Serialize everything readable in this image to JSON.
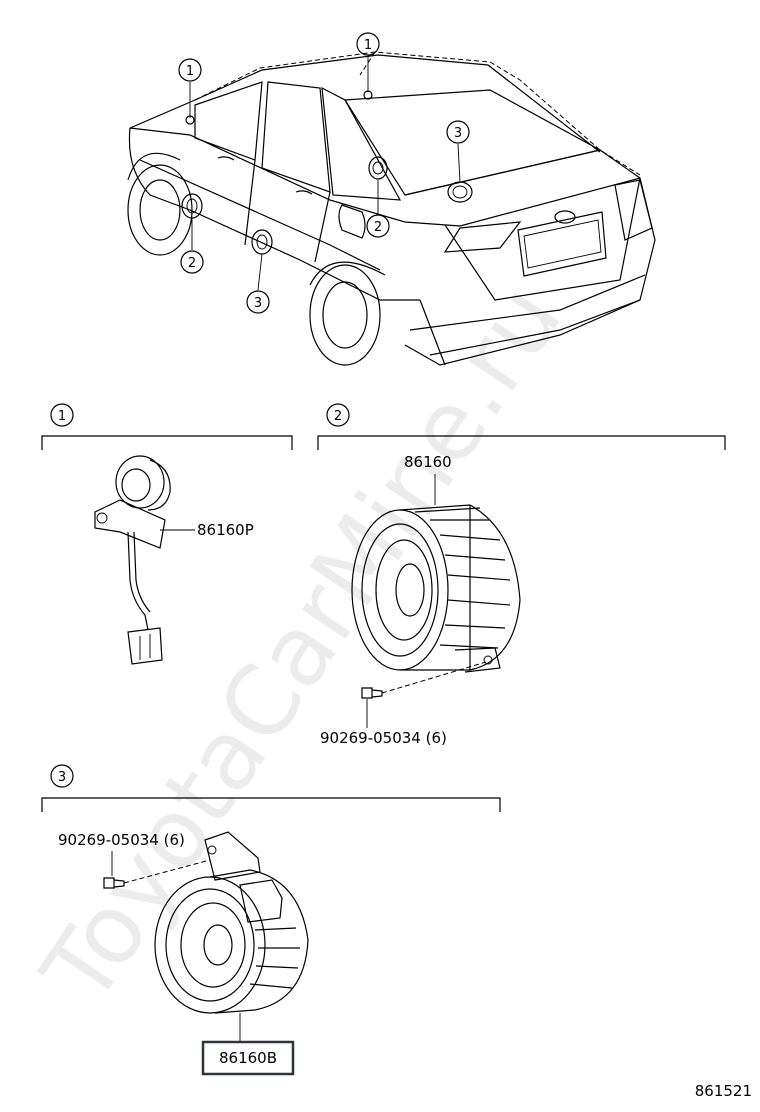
{
  "watermark": "ToyotaCarMine.ru",
  "diagram_number": "861521",
  "overview_callouts": {
    "c1_front": "1",
    "c1_roof": "1",
    "c2_front_door": "2",
    "c2_rear_door": "2",
    "c3_front_door": "3",
    "c3_rear_shelf": "3"
  },
  "sections": [
    {
      "number": "1",
      "parts": [
        "86160P"
      ]
    },
    {
      "number": "2",
      "parts": [
        "86160",
        "90269-05034 (6)"
      ]
    },
    {
      "number": "3",
      "parts": [
        "90269-05034 (6)",
        "86160B"
      ]
    }
  ]
}
